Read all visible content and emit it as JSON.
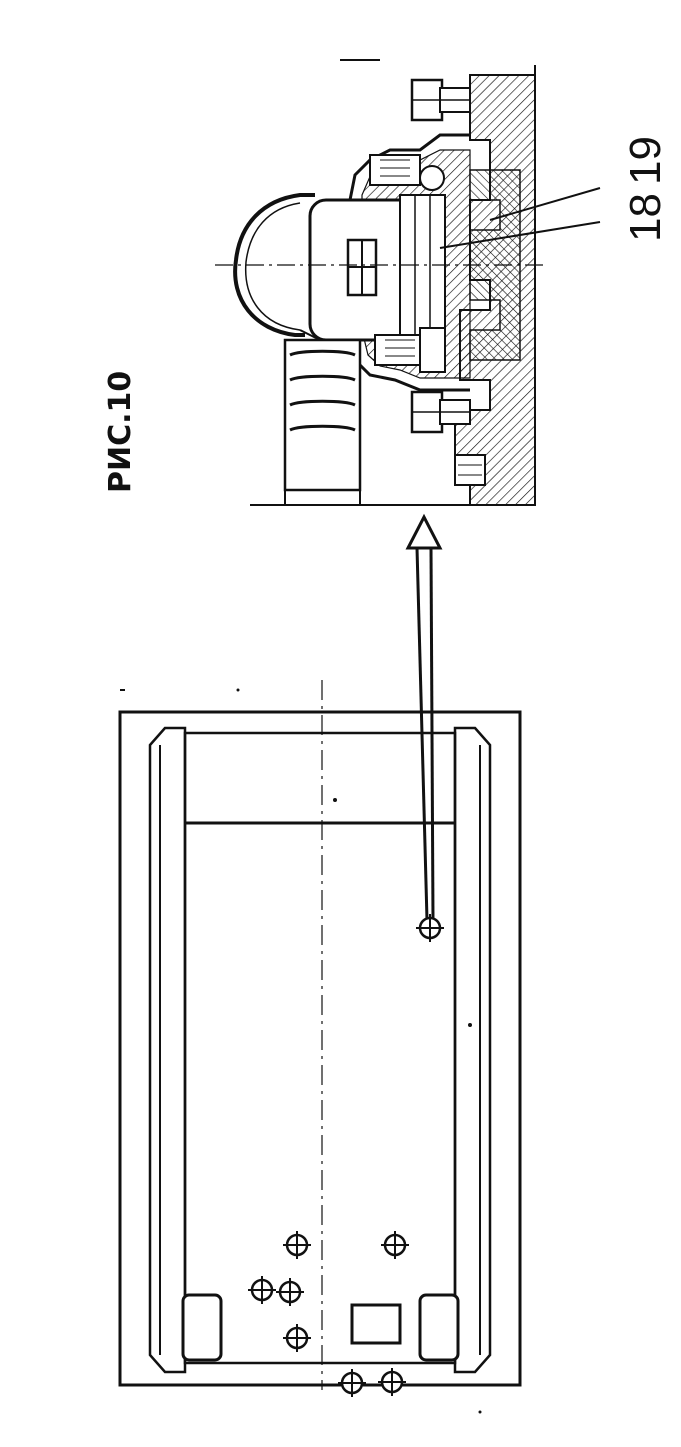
{
  "figure": {
    "title": "РИС.10",
    "callouts": [
      "18",
      "19"
    ]
  },
  "colors": {
    "ink": "#111111",
    "background": "#ffffff"
  }
}
